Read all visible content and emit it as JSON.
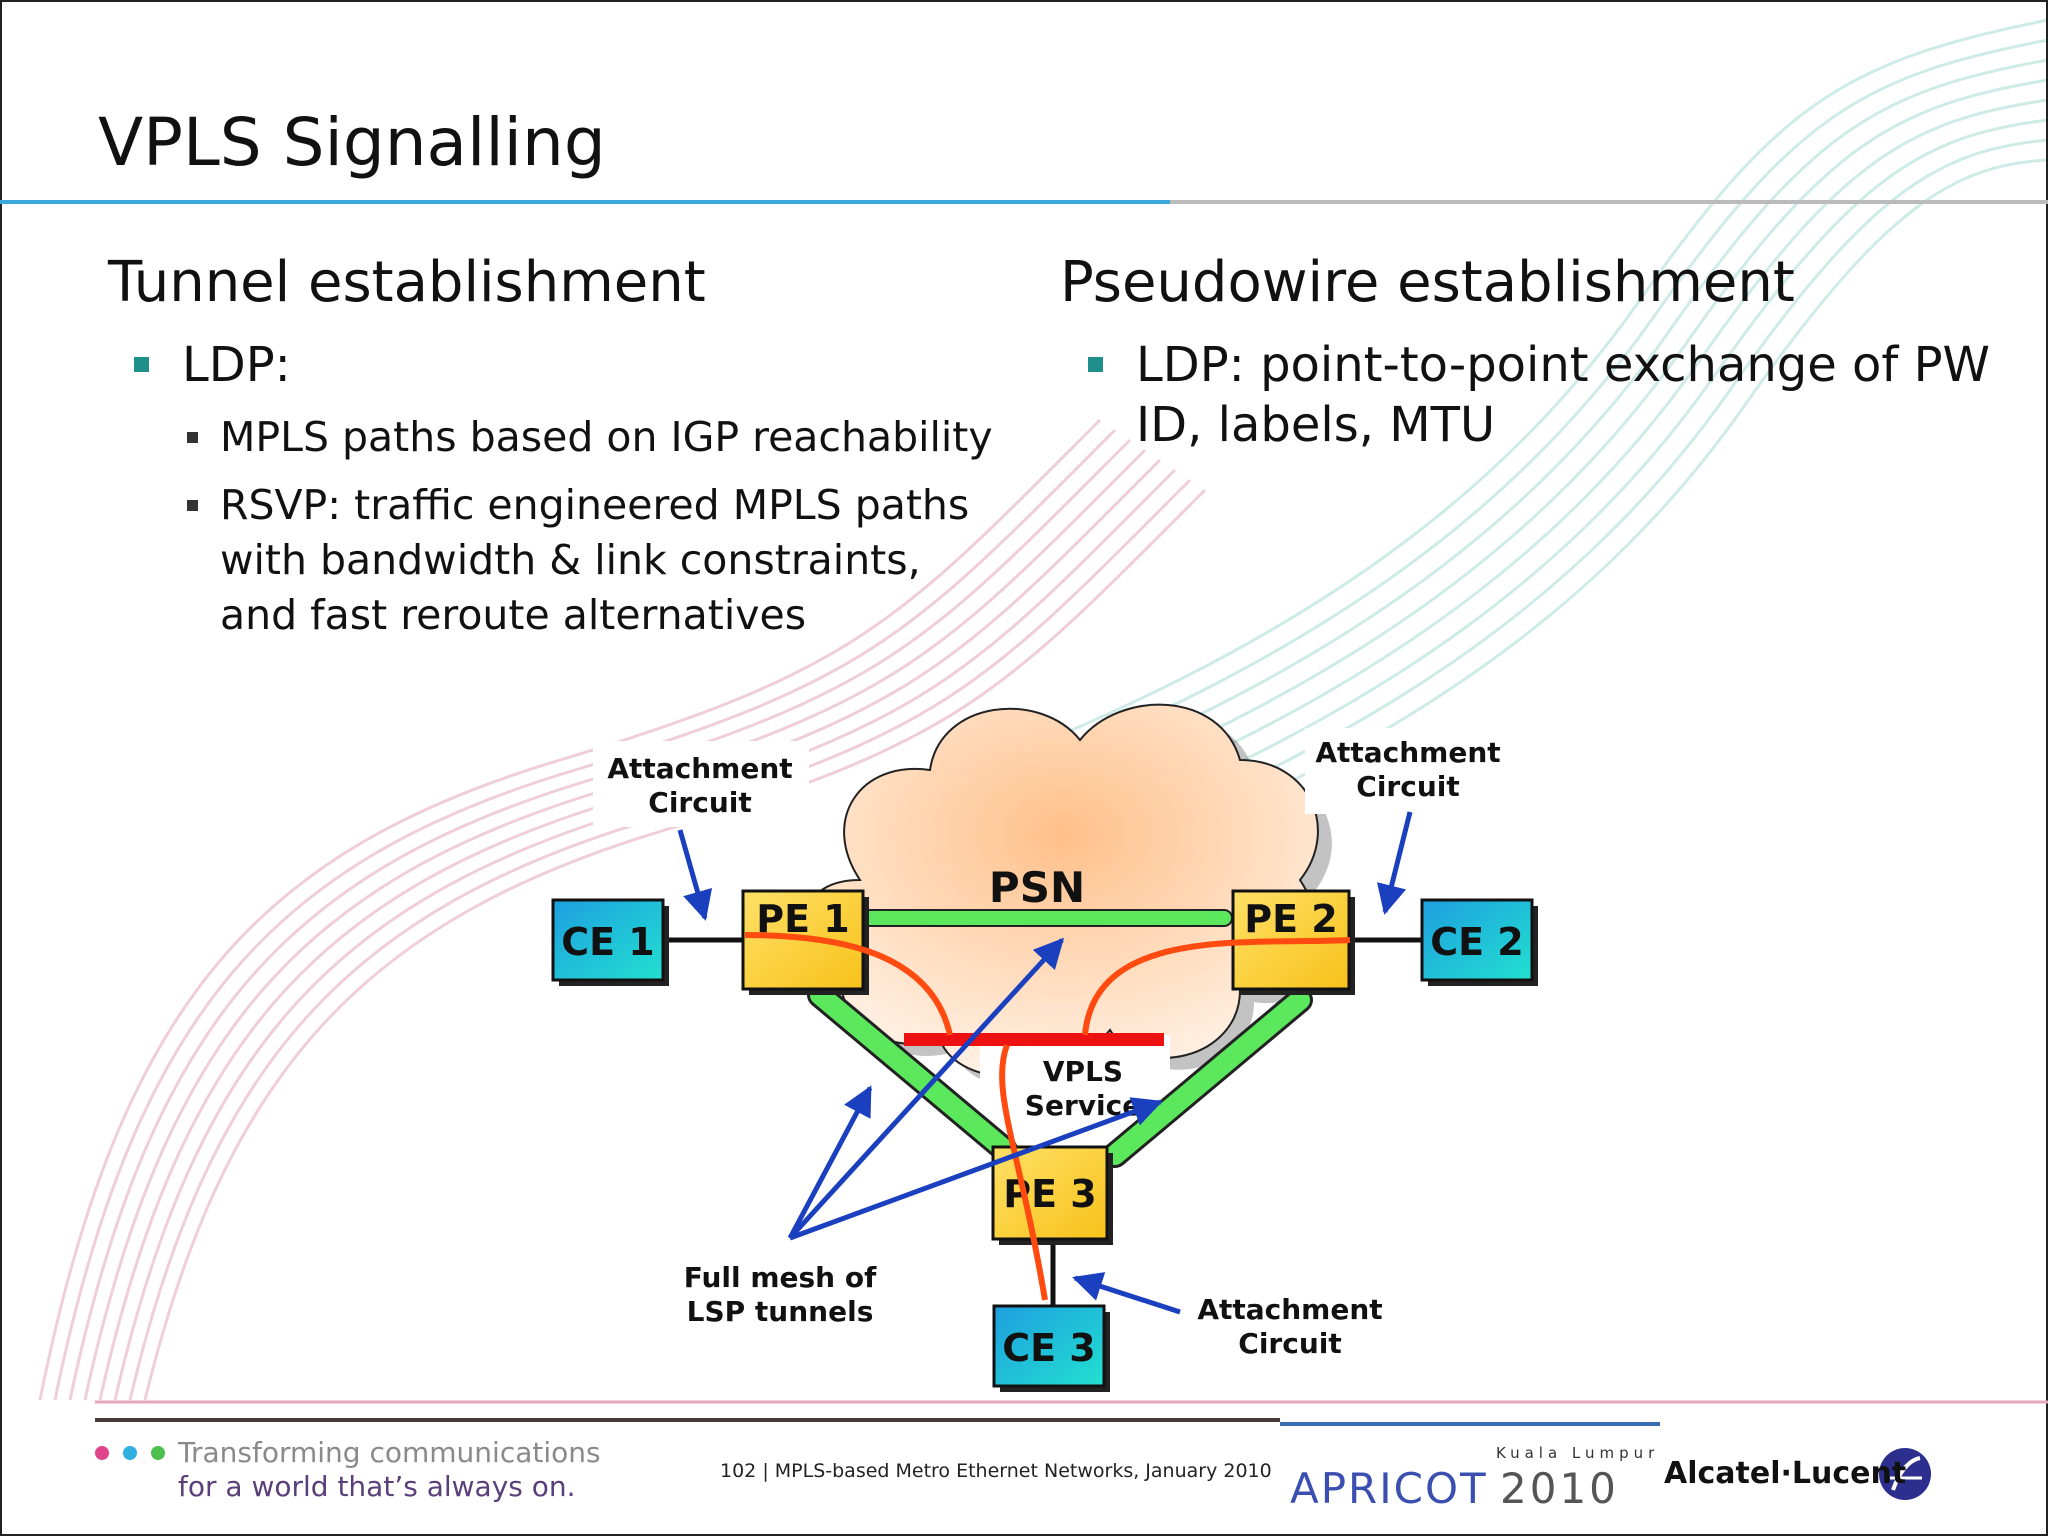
{
  "slide": {
    "title": "VPLS Signalling",
    "left_column": {
      "heading": "Tunnel establishment",
      "bullet": "LDP:",
      "sub_bullets": [
        "MPLS paths based on IGP reachability",
        "RSVP: traffic engineered MPLS paths",
        "with bandwidth & link constraints,",
        "and fast reroute alternatives"
      ]
    },
    "right_column": {
      "heading": "Pseudowire establishment",
      "bullet_lines": [
        "LDP: point-to-point exchange of PW",
        "ID, labels, MTU"
      ]
    }
  },
  "diagram": {
    "cloud_label": "PSN",
    "nodes": {
      "pe1": "PE 1",
      "pe2": "PE 2",
      "pe3": "PE 3",
      "ce1": "CE 1",
      "ce2": "CE 2",
      "ce3": "CE 3"
    },
    "service_label": [
      "VPLS",
      "Service"
    ],
    "attachment_left": [
      "Attachment",
      "Circuit"
    ],
    "attachment_right": [
      "Attachment",
      "Circuit"
    ],
    "attachment_bottom": [
      "Attachment",
      "Circuit"
    ],
    "mesh_label": [
      "Full mesh of",
      "LSP tunnels"
    ],
    "colors": {
      "pe_fill": "#ffd84a",
      "ce_fill": "#1ec8dc",
      "tunnel": "#5ce85c",
      "pseudowire": "#ff4a10",
      "service_bar": "#ee1111",
      "arrow": "#1a3fbf"
    }
  },
  "footer": {
    "tagline": [
      "Transforming communications",
      "for a world that’s always on."
    ],
    "slide_number": "102",
    "caption": "MPLS-based Metro Ethernet Networks, January 2010",
    "event_small": "Kuala Lumpur",
    "event_name": "APRICOT",
    "event_year": "2010",
    "brand": "Alcatel·Lucent"
  }
}
